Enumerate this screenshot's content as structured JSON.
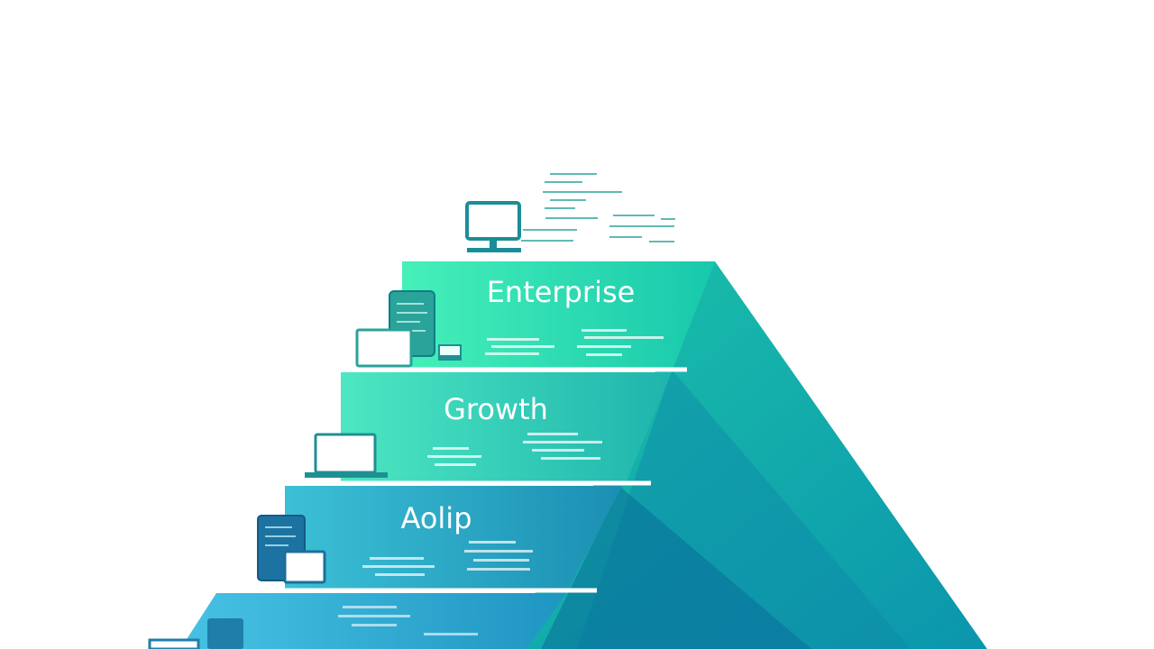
{
  "diagram": {
    "type": "tiered-pyramid",
    "tiers": [
      {
        "label": "Enterprise",
        "color": "#2fe0b2"
      },
      {
        "label": "Growth",
        "color": "#2cd4b5"
      },
      {
        "label": "Aolip",
        "color": "#2aa6c8"
      },
      {
        "label": "",
        "color": "#2aa3d6"
      }
    ],
    "colors": {
      "background": "#ffffff",
      "pyramid_side_light": "#18b6a8",
      "pyramid_side_dark": "#0f7fa3",
      "separator": "#ffffff",
      "icon": "#2aa39a"
    },
    "icons": [
      "monitor-icon",
      "document-icon",
      "laptop-icon"
    ]
  }
}
